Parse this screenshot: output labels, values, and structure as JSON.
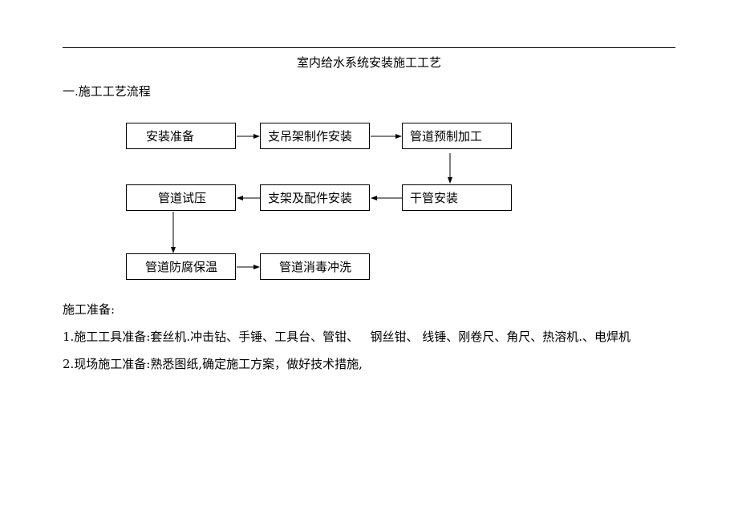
{
  "title": "室内给水系统安装施工工艺",
  "section1": "一.施工工艺流程",
  "flow": {
    "row1": [
      "安装准备",
      "支吊架制作安装",
      "管道预制加工"
    ],
    "row2": [
      "管道试压",
      "支架及配件安装",
      "干管安装"
    ],
    "row3": [
      "管道防腐保温",
      "管道消毒冲洗"
    ]
  },
  "prep": {
    "heading": "施工准备:",
    "item1": "1.施工工具准备:套丝机.冲击钻、手锤、工具台、管钳、   钢丝钳、 线锤、刚卷尺、角尺、热溶机.、电焊机",
    "item2": "2.现场施工准备:熟悉图纸,确定施工方案，做好技术措施,"
  }
}
